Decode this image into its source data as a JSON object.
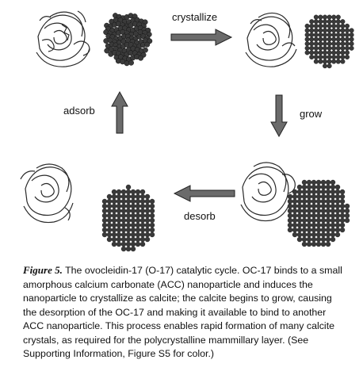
{
  "figure": {
    "labels": {
      "crystallize": "crystallize",
      "grow": "grow",
      "desorb": "desorb",
      "adsorb": "adsorb"
    },
    "caption": {
      "figure_label": "Figure 5.",
      "text": "The ovocleidin-17 (O-17) catalytic cycle. OC-17 binds to a small amorphous calcium carbonate (ACC) nanoparticle and induces the nanoparticle to crystallize as calcite; the calcite begins to grow, causing the desorption of the OC-17 and making it available to bind to another ACC nanoparticle. This process enables rapid formation of many calcite crystals, as required for the polycrystalline mammillary layer. (See Supporting Information, Figure S5 for color.)"
    },
    "colors": {
      "arrow": "#6b6b6b",
      "arrow_outline": "#222222",
      "protein": "#2a2a2a",
      "particle": "#3a3a3a"
    }
  }
}
